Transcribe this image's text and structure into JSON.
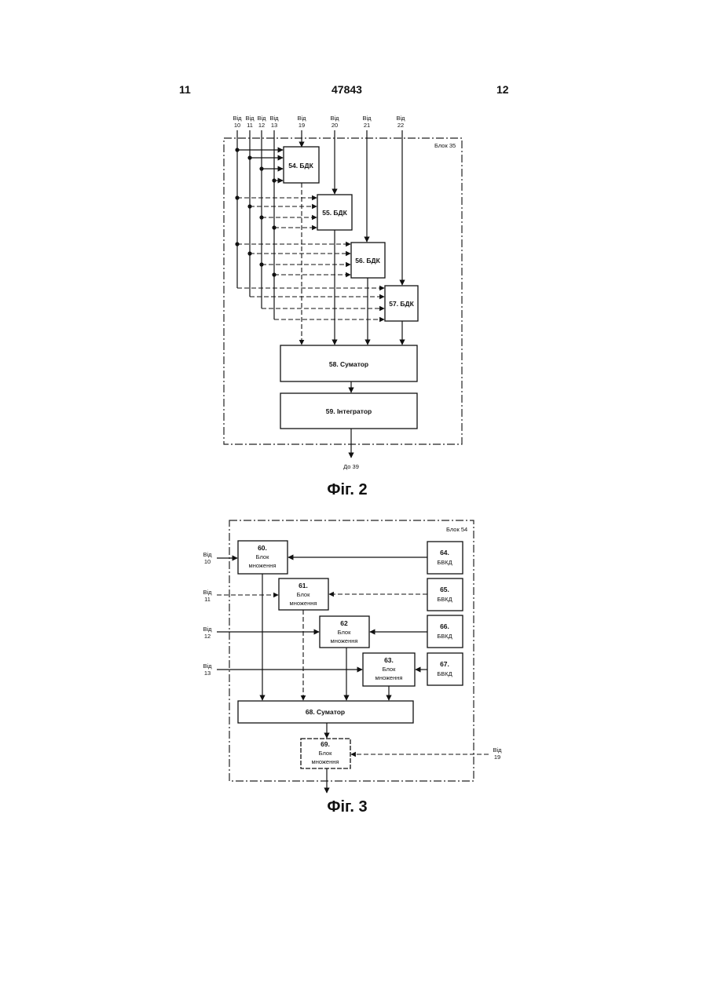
{
  "header": {
    "page_left": "11",
    "patent_number": "47843",
    "page_right": "12"
  },
  "fig2": {
    "caption": "Фiг. 2",
    "frame_label": "Блок 35",
    "inputs": [
      {
        "from": "Від",
        "num": "10"
      },
      {
        "from": "Від",
        "num": "11"
      },
      {
        "from": "Від",
        "num": "12"
      },
      {
        "from": "Від",
        "num": "13"
      },
      {
        "from": "Від",
        "num": "19"
      },
      {
        "from": "Від",
        "num": "20"
      },
      {
        "from": "Від",
        "num": "21"
      },
      {
        "from": "Від",
        "num": "22"
      }
    ],
    "blocks": {
      "bdk54": "54. БДК",
      "bdk55": "55. БДК",
      "bdk56": "56. БДК",
      "bdk57": "57. БДК",
      "adder": "58. Суматор",
      "integrator": "59. Інтегратор"
    },
    "output": "До 39"
  },
  "fig3": {
    "caption": "Фiг. 3",
    "frame_label": "Блок 54",
    "inputs": [
      {
        "from": "Від",
        "num": "10"
      },
      {
        "from": "Від",
        "num": "11"
      },
      {
        "from": "Від",
        "num": "12"
      },
      {
        "from": "Від",
        "num": "13"
      },
      {
        "from": "Від",
        "num": "19"
      }
    ],
    "mult_blocks": [
      {
        "num": "60.",
        "l1": "Блок",
        "l2": "множення"
      },
      {
        "num": "61.",
        "l1": "Блок",
        "l2": "множення"
      },
      {
        "num": "62",
        "l1": "Блок",
        "l2": "множення"
      },
      {
        "num": "63.",
        "l1": "Блок",
        "l2": "множення"
      }
    ],
    "bvkd_blocks": [
      {
        "num": "64.",
        "name": "БВКД"
      },
      {
        "num": "65.",
        "name": "БВКД"
      },
      {
        "num": "66.",
        "name": "БВКД"
      },
      {
        "num": "67.",
        "name": "БВКД"
      }
    ],
    "adder": "68. Суматор",
    "out_mult": {
      "num": "69.",
      "l1": "Блок",
      "l2": "множення"
    }
  }
}
